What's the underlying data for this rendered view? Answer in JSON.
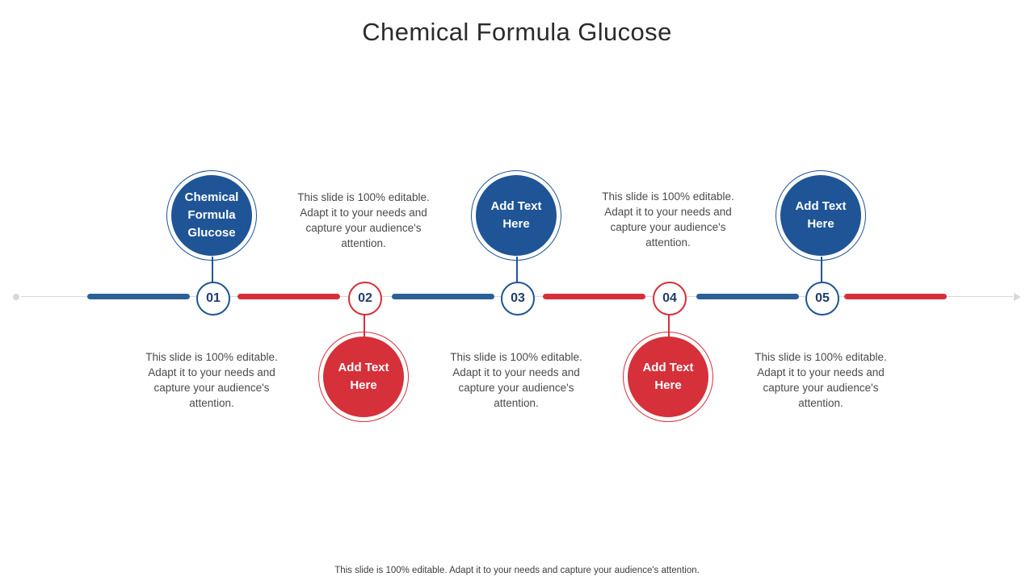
{
  "slide": {
    "title": "Chemical Formula Glucose",
    "footer_note": "This slide is 100% editable. Adapt it to your needs and capture your audience's attention.",
    "colors": {
      "blue": "#1f5596",
      "red": "#d6303a",
      "axis": "#d8d8d8",
      "text": "#4a4a4a",
      "title": "#2b2b2b"
    }
  },
  "steps": [
    {
      "number": "01",
      "color": "blue",
      "circle_label": "Chemical Formula Glucose",
      "description": "This slide is 100% editable. Adapt it to your needs and capture your audience's attention.",
      "circle_position": "top",
      "description_position": "bottom"
    },
    {
      "number": "02",
      "color": "red",
      "circle_label": "Add Text Here",
      "description": "This slide is 100% editable. Adapt it to your needs and capture your audience's attention.",
      "circle_position": "bottom",
      "description_position": "top"
    },
    {
      "number": "03",
      "color": "blue",
      "circle_label": "Add Text Here",
      "description": "This slide is 100% editable. Adapt it to your needs and capture your audience's attention.",
      "circle_position": "top",
      "description_position": "bottom"
    },
    {
      "number": "04",
      "color": "red",
      "circle_label": "Add Text Here",
      "description": "This slide is 100% editable. Adapt it to your needs and capture your audience's attention.",
      "circle_position": "bottom",
      "description_position": "top"
    },
    {
      "number": "05",
      "color": "blue",
      "circle_label": "Add Text Here",
      "description": "This slide is 100% editable. Adapt it to your needs and capture your audience's attention.",
      "circle_position": "top",
      "description_position": "bottom"
    }
  ]
}
